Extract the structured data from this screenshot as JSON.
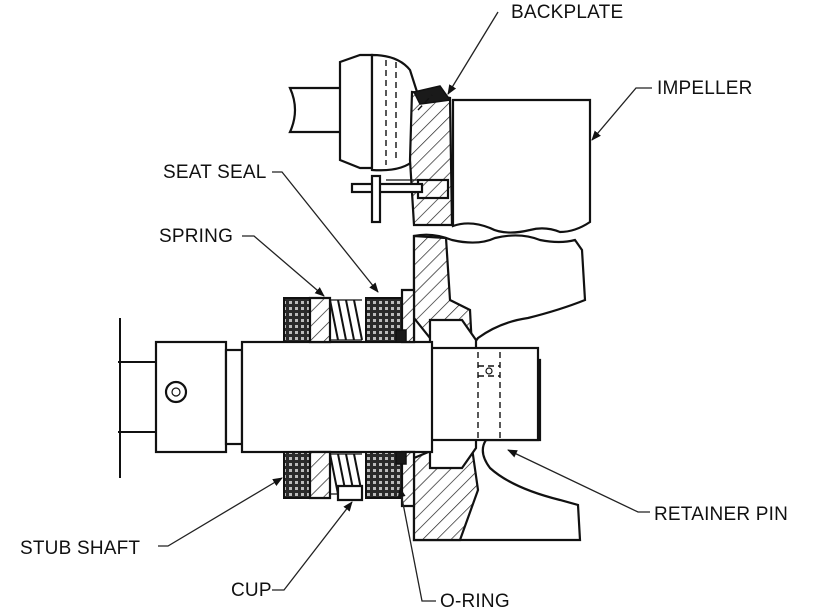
{
  "labels": {
    "backplate": "BACKPLATE",
    "impeller": "IMPELLER",
    "seat_seal": "SEAT SEAL",
    "spring": "SPRING",
    "retainer_pin": "RETAINER PIN",
    "stub_shaft": "STUB SHAFT",
    "cup": "CUP",
    "o_ring": "O-RING"
  }
}
